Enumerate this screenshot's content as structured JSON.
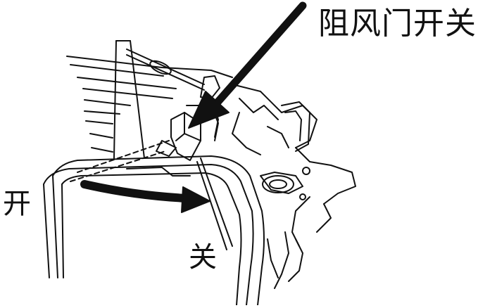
{
  "labels": {
    "choke_switch": "阻风门开关",
    "open": "开",
    "close": "关"
  },
  "figure": {
    "line_color": "#111111",
    "fill_color": "#ffffff",
    "icons": [
      "arrow-pointer-icon",
      "curved-arrow-icon"
    ]
  }
}
